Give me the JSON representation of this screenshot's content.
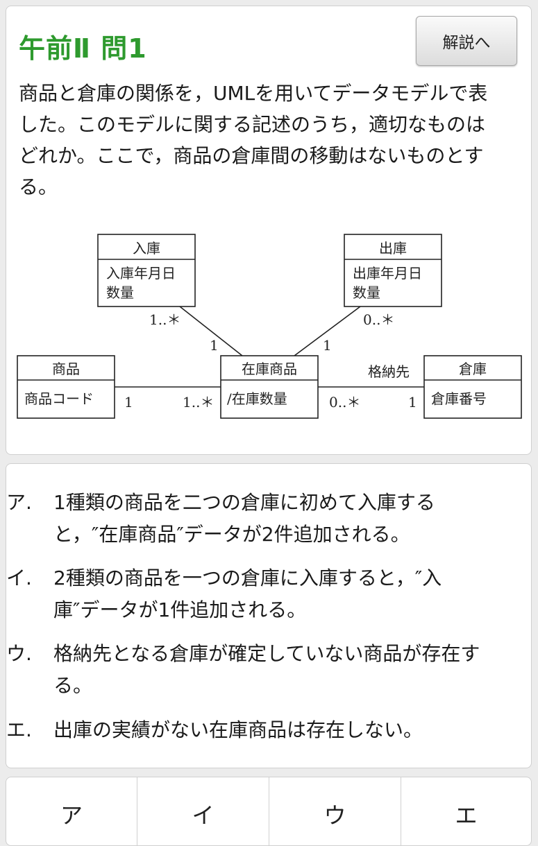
{
  "question": {
    "title": "午前Ⅱ 問1",
    "kaisetsu_button": "解説へ",
    "lines": [
      "商品と倉庫の関係を，UMLを用いてデータモデルで表",
      "した。このモデルに関する記述のうち，適切なものは",
      "どれか。ここで，商品の倉庫間の移動はないものとす",
      "る。"
    ]
  },
  "diagram": {
    "classes": {
      "nyuko": {
        "name": "入庫",
        "attrs": [
          "入庫年月日",
          "数量"
        ]
      },
      "shukko": {
        "name": "出庫",
        "attrs": [
          "出庫年月日",
          "数量"
        ]
      },
      "shohin": {
        "name": "商品",
        "attrs": [
          "商品コード"
        ]
      },
      "zaiko_shohin": {
        "name": "在庫商品",
        "attrs": [
          "/在庫数量"
        ]
      },
      "soko": {
        "name": "倉庫",
        "attrs": [
          "倉庫番号"
        ]
      }
    },
    "multiplicities": {
      "nyuko_side": "1..＊",
      "zaiko_near_nyuko": "1",
      "shukko_side": "0..＊",
      "zaiko_near_shukko": "1",
      "shohin_side": "1",
      "zaiko_near_shohin": "1..＊",
      "zaiko_near_soko": "0..＊",
      "soko_side": "1"
    },
    "role_soko": "格納先"
  },
  "choices": [
    {
      "mark": "ア.",
      "lines": [
        "1種類の商品を二つの倉庫に初めて入庫する",
        "と，″在庫商品″データが2件追加される。"
      ]
    },
    {
      "mark": "イ.",
      "lines": [
        "2種類の商品を一つの倉庫に入庫すると，″入",
        "庫″データが1件追加される。"
      ]
    },
    {
      "mark": "ウ.",
      "lines": [
        "格納先となる倉庫が確定していない商品が存在す",
        "る。"
      ]
    },
    {
      "mark": "エ.",
      "lines": [
        "出庫の実績がない在庫商品は存在しない。"
      ]
    }
  ],
  "answers": [
    "ア",
    "イ",
    "ウ",
    "エ"
  ]
}
